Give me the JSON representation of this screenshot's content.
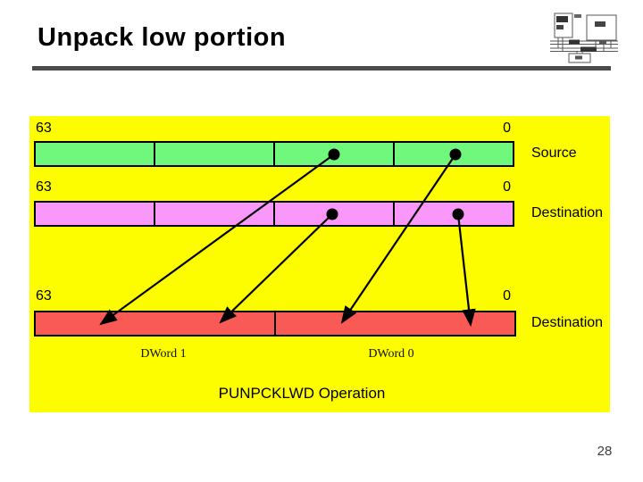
{
  "slide": {
    "title": "Unpack low portion",
    "page_number": "28"
  },
  "icons": {
    "logo": "architecture-diagram"
  },
  "diagram": {
    "background": "#FDFD00",
    "caption": "PUNPCKLWD Operation",
    "rows": [
      {
        "high_bit": "63",
        "low_bit": "0",
        "side_label": "Source",
        "fill": "#70F87C",
        "cells": 4
      },
      {
        "high_bit": "63",
        "low_bit": "0",
        "side_label": "Destination",
        "fill": "#FA97FA",
        "cells": 4
      },
      {
        "high_bit": "63",
        "low_bit": "0",
        "side_label": "Destination",
        "fill": "#F95A55",
        "cells": 2
      }
    ],
    "dword_labels": [
      "DWord 1",
      "DWord 0"
    ],
    "arrow_color": "#000000"
  }
}
